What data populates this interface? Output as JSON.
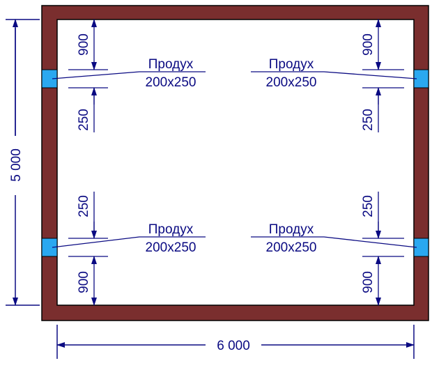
{
  "plan": {
    "wall_color": "#7a2e2e",
    "vent_color": "#2aa8f0",
    "line_color": "#0a0a82",
    "dims": {
      "width": "6 000",
      "height": "5 000"
    },
    "vents": [
      {
        "id": "top-left",
        "name": "Продух",
        "size": "200х250",
        "offset_outer": "900",
        "offset_inner": "250"
      },
      {
        "id": "top-right",
        "name": "Продух",
        "size": "200х250",
        "offset_outer": "900",
        "offset_inner": "250"
      },
      {
        "id": "bottom-left",
        "name": "Продух",
        "size": "200х250",
        "offset_outer": "900",
        "offset_inner": "250"
      },
      {
        "id": "bottom-right",
        "name": "Продух",
        "size": "200х250",
        "offset_outer": "900",
        "offset_inner": "250"
      }
    ]
  }
}
